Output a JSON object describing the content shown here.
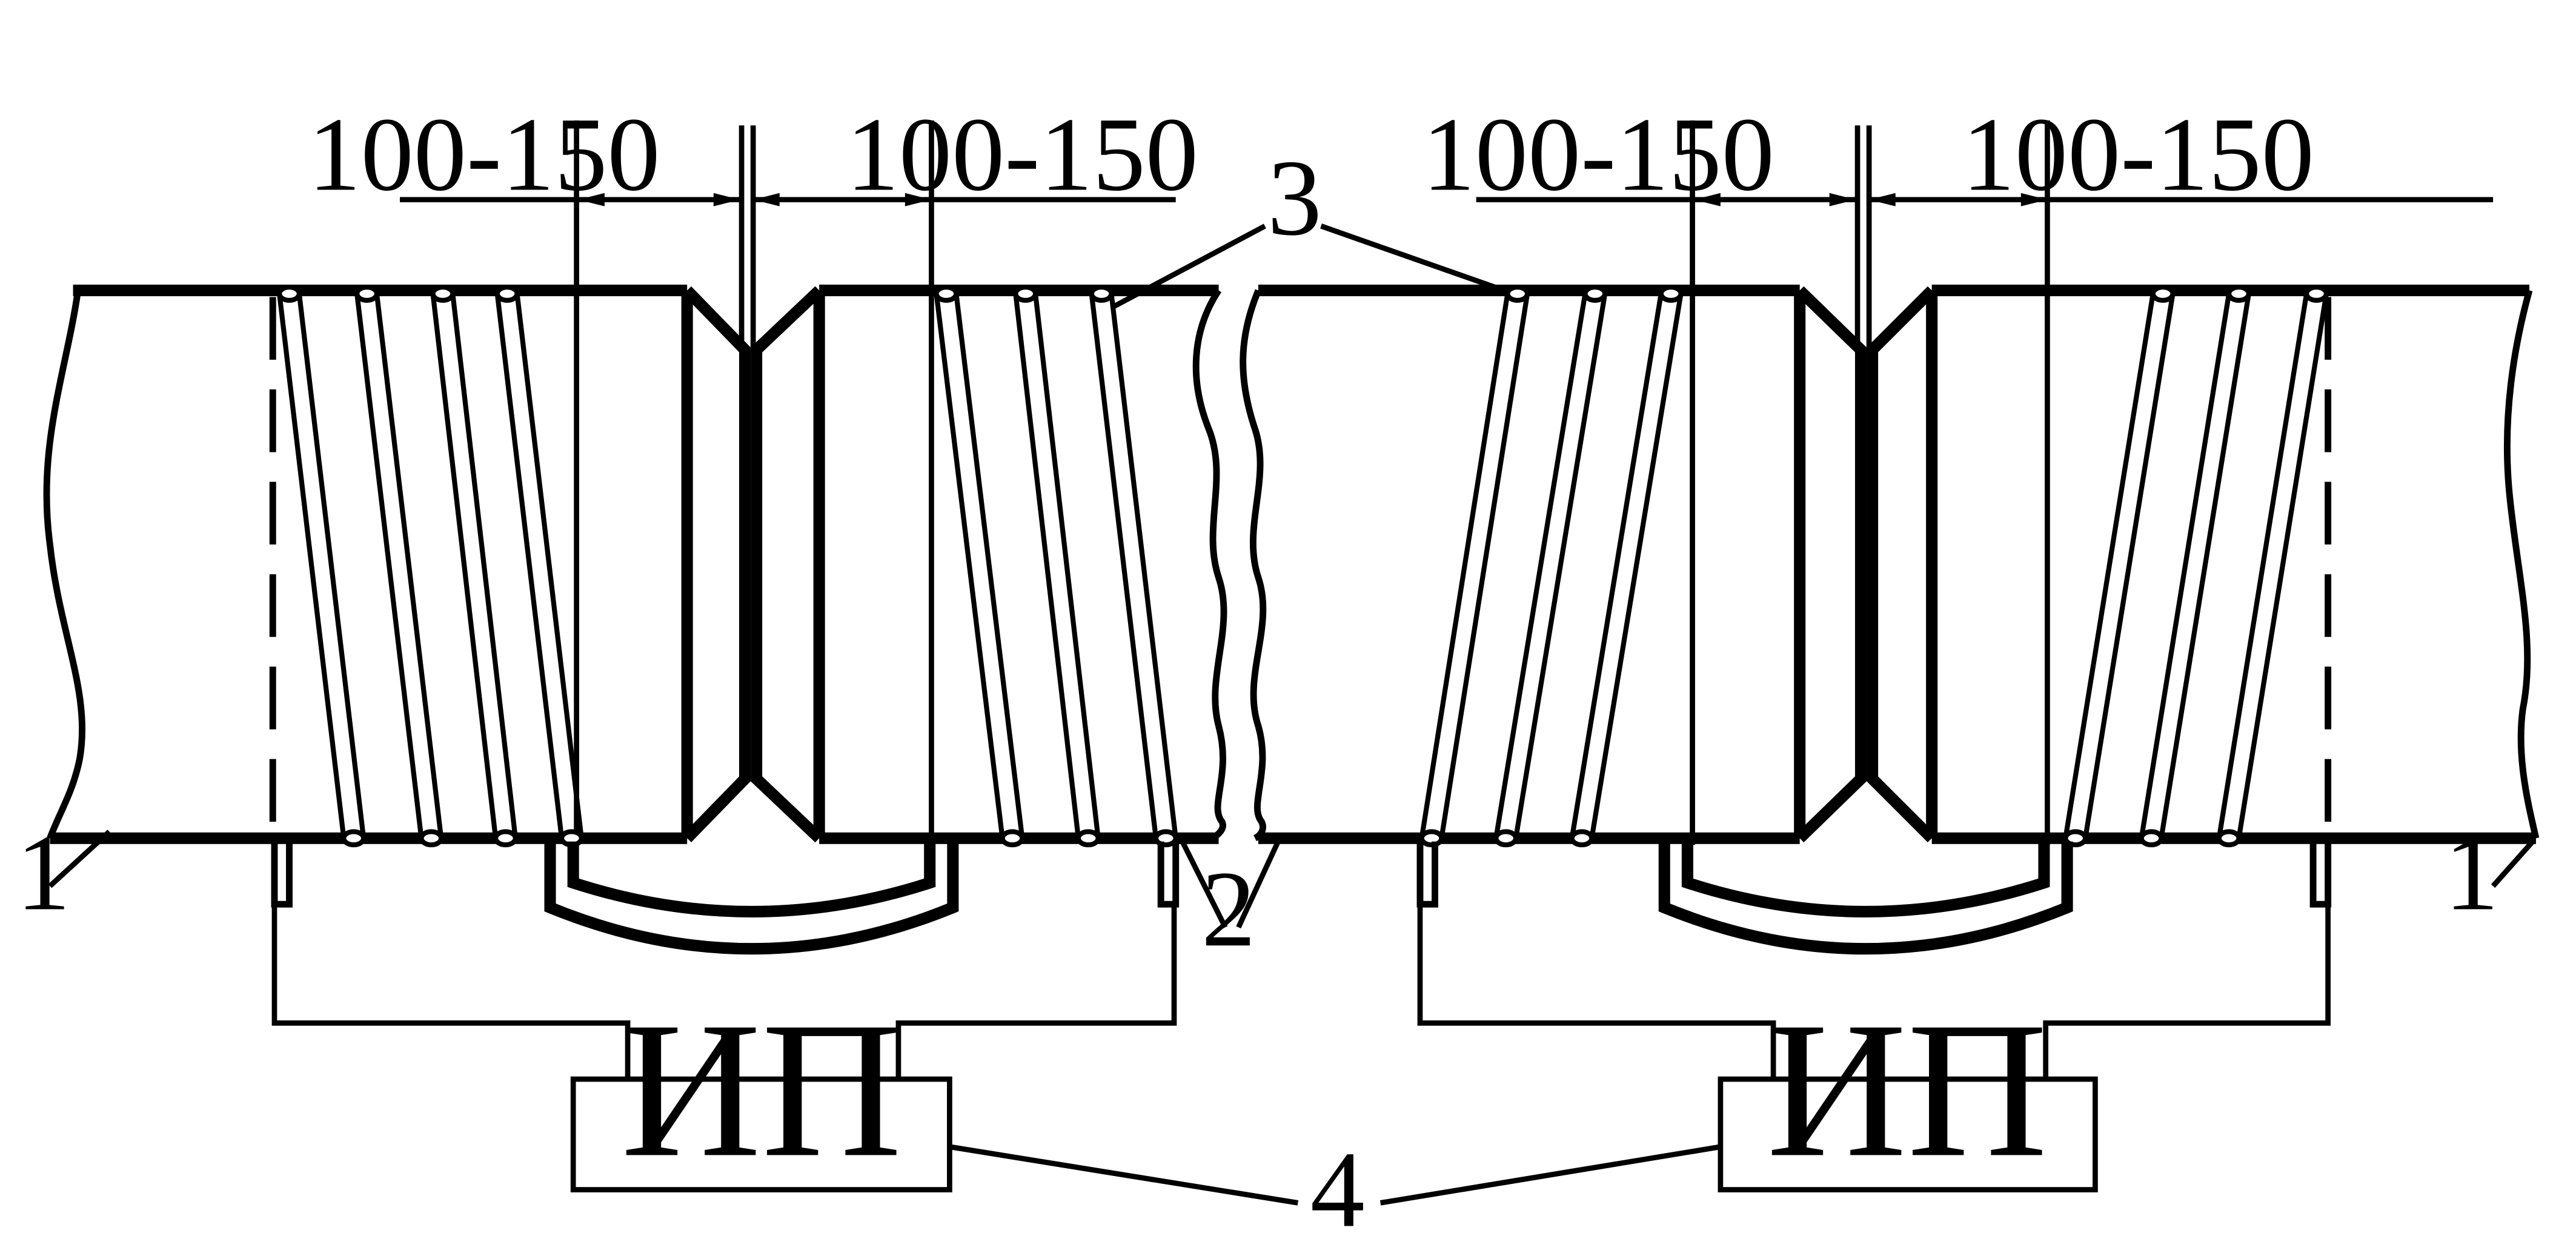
{
  "diagram": {
    "dimension_labels": [
      "100-150",
      "100-150",
      "100-150",
      "100-150"
    ],
    "callouts": {
      "pipe": "1",
      "insulation": "2",
      "inductor": "3",
      "power_source": "4"
    },
    "power_source_label": "ИП"
  }
}
